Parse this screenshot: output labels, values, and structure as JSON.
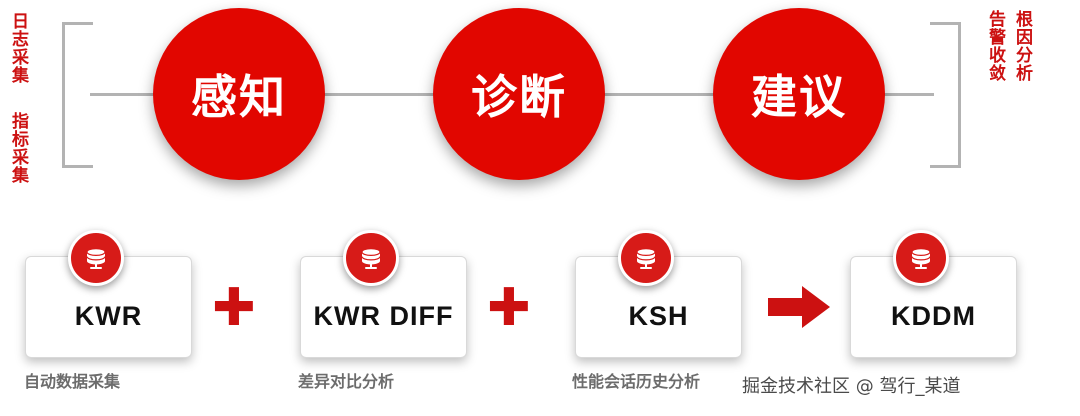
{
  "stages": [
    {
      "label": "感知"
    },
    {
      "label": "诊断"
    },
    {
      "label": "建议"
    }
  ],
  "side_labels": {
    "left_top": "日志采集",
    "left_bottom": "指标采集",
    "right_top": "告警收敛",
    "right_bottom": "根因分析"
  },
  "cards": [
    {
      "label": "KWR",
      "caption": "自动数据采集",
      "icon": "database-icon"
    },
    {
      "label": "KWR DIFF",
      "caption": "差异对比分析",
      "icon": "database-icon"
    },
    {
      "label": "KSH",
      "caption": "性能会话历史分析",
      "icon": "database-icon"
    },
    {
      "label": "KDDM",
      "caption": "",
      "icon": "database-icon"
    }
  ],
  "operators": {
    "plus": "✚",
    "arrow": "arrow-right-icon"
  },
  "watermark": "掘金技术社区 @ 驾行_某道",
  "colors": {
    "primary_red": "#e10600",
    "badge_red": "#d71b18",
    "label_red": "#cc1111",
    "line_gray": "#b3b3b3",
    "text_dark": "#111111"
  }
}
